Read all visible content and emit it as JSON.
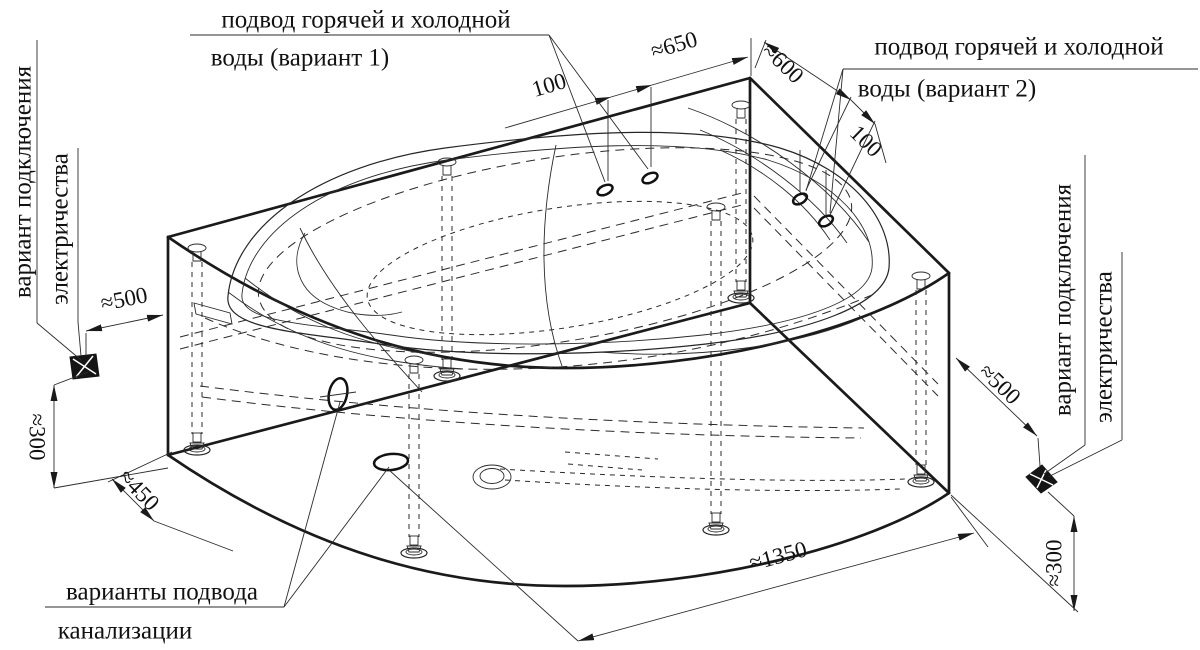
{
  "diagram": {
    "kind": "bathtub installation drawing",
    "colors": {
      "line": "#1a1a1a",
      "background": "#ffffff"
    },
    "symbols": {
      "electrical_outlet": "crossed-square",
      "water_supply_point": "small-bold-ellipse",
      "sewage_point": "bold-ellipse"
    },
    "labels": {
      "water_v1": [
        "подвод горячей и холодной",
        "воды (вариант 1)"
      ],
      "water_v2": [
        "подвод горячей и холодной",
        "воды (вариант 2)"
      ],
      "electric_left": [
        "вариант подключения",
        "электричества"
      ],
      "electric_right": [
        "вариант подключения",
        "электричества"
      ],
      "sewage": [
        "варианты подвода",
        "канализации"
      ]
    },
    "dimensions": {
      "d650": "≈650",
      "d100_left": "100",
      "d600": "≈600",
      "d100_right": "100",
      "d500_left": "≈500",
      "d300_left": "≈300",
      "d450": "≈450",
      "d500_right": "≈500",
      "d300_right": "≈300",
      "d1350": "≈1350"
    }
  }
}
